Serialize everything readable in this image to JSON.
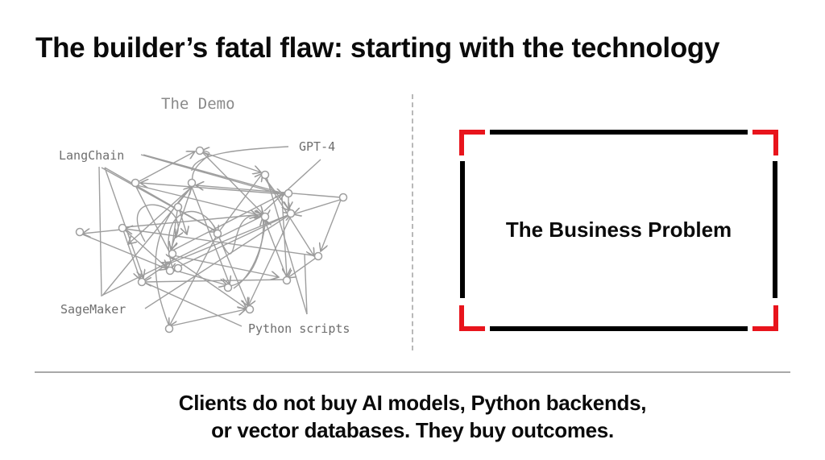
{
  "slide": {
    "title": "The builder’s fatal flaw: starting with the technology",
    "left_panel": {
      "heading": "The Demo",
      "labels": {
        "langchain": "LangChain",
        "gpt4": "GPT-4",
        "sagemaker": "SageMaker",
        "python": "Python scripts"
      }
    },
    "right_panel": {
      "box_label": "The Business Problem",
      "frame_color": "#000000",
      "corner_color": "#e8141c"
    },
    "tagline": {
      "line1": "Clients do not buy AI models, Python backends,",
      "line2": "or vector databases. They buy outcomes."
    },
    "colors": {
      "network_gray": "#9a9a9a",
      "text_dark": "#0a0a0a",
      "divider": "#a8a8a8"
    }
  }
}
